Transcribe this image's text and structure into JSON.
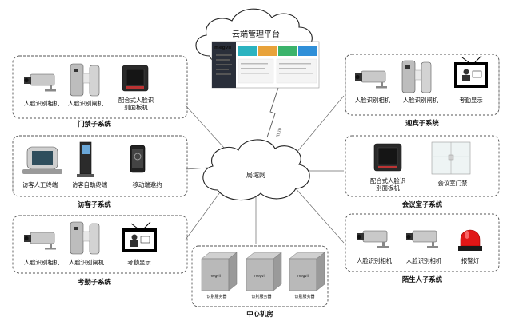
{
  "cloud_platform": {
    "title": "云端管理平台",
    "logo": "megvii",
    "palette": [
      "#2bb3c0",
      "#e8a23a",
      "#3bb36b",
      "#2f8fd8"
    ]
  },
  "lan": {
    "label": "局域网",
    "wifi_text": "((( )))"
  },
  "subsystems": {
    "access_control": {
      "title": "门禁子系统",
      "items": [
        "人脸识别相机",
        "人脸识别闸机",
        "配合式人脸识",
        "别面板机"
      ]
    },
    "visitor": {
      "title": "访客子系统",
      "items": [
        "访客人工终端",
        "访客自助终端",
        "移动端邀约"
      ]
    },
    "attendance": {
      "title": "考勤子系统",
      "items": [
        "人脸识别相机",
        "人脸识别闸机",
        "考勤显示"
      ]
    },
    "guest": {
      "title": "迎宾子系统",
      "items": [
        "人脸识别相机",
        "人脸识别闸机",
        "考勤显示"
      ]
    },
    "meeting": {
      "title": "会议室子系统",
      "items": [
        "配合式人脸识",
        "别面板机",
        "会议室门禁"
      ]
    },
    "stranger": {
      "title": "陌生人子系统",
      "items": [
        "人脸识别相机",
        "人脸识别相机",
        "报警灯"
      ]
    },
    "data_center": {
      "title": "中心机房",
      "server_label": "识别服务器",
      "server_brand": "megvii",
      "servers": [
        "识别服务器",
        "识别服务器",
        "识别服务器"
      ]
    }
  }
}
